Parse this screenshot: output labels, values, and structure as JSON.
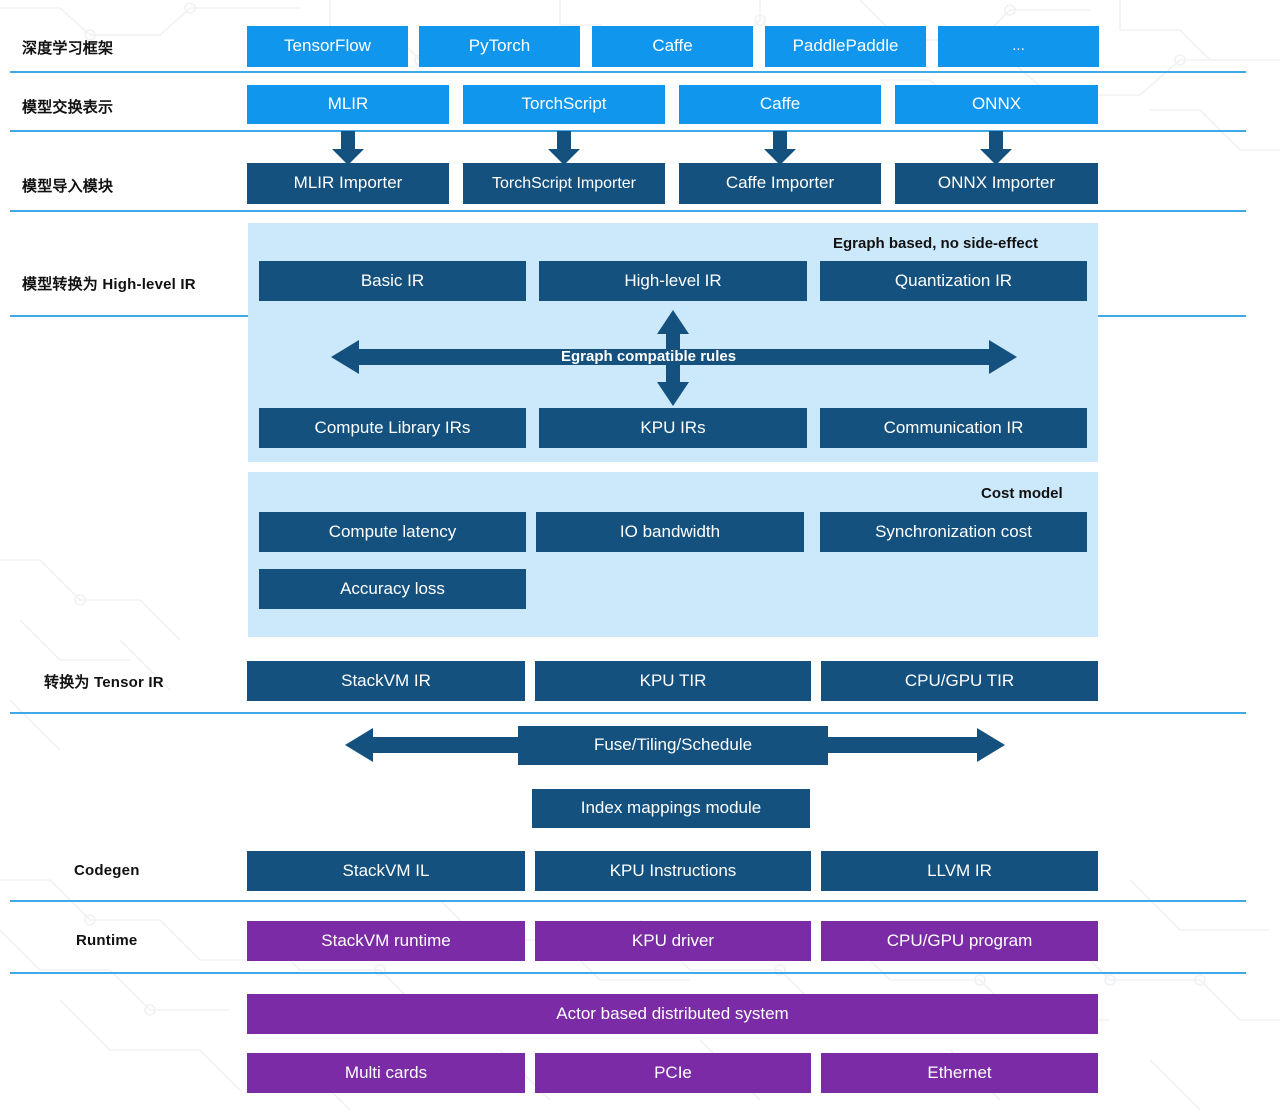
{
  "diagram": {
    "title": "nncase compiler stack architecture",
    "colors": {
      "framework_blue": "#1196ED",
      "ir_navy": "#14517F",
      "runtime_purple": "#7B2BA6",
      "panel_light_blue": "#CCE9FB",
      "separator_blue": "#3FA9E8",
      "text_dark": "#111111",
      "text_light": "#FFFFFF"
    },
    "rows": [
      {
        "label": "深度学习框架",
        "items": [
          "TensorFlow",
          "PyTorch",
          "Caffe",
          "PaddlePaddle",
          "..."
        ]
      },
      {
        "label": "模型交换表示",
        "items": [
          "MLIR",
          "TorchScript",
          "Caffe",
          "ONNX"
        ]
      },
      {
        "label": "模型导入模块",
        "items": [
          "MLIR Importer",
          "TorchScript Importer",
          "Caffe Importer",
          "ONNX Importer"
        ]
      },
      {
        "label": "模型转换为 High-level IR",
        "items": []
      },
      {
        "label": "转换为 Tensor IR",
        "items": [
          "StackVM IR",
          "KPU TIR",
          "CPU/GPU TIR"
        ]
      },
      {
        "label": "Codegen",
        "items": [
          "StackVM IL",
          "KPU Instructions",
          "LLVM IR"
        ]
      },
      {
        "label": "Runtime",
        "items": [
          "StackVM runtime",
          "KPU driver",
          "CPU/GPU program"
        ]
      }
    ],
    "egraph_panel": {
      "caption": "Egraph based, no side-effect",
      "top_row": [
        "Basic IR",
        "High-level IR",
        "Quantization IR"
      ],
      "rules_label": "Egraph compatible rules",
      "bottom_row": [
        "Compute Library IRs",
        "KPU IRs",
        "Communication IR"
      ]
    },
    "cost_panel": {
      "caption": "Cost model",
      "row1": [
        "Compute latency",
        "IO bandwidth",
        "Synchronization cost"
      ],
      "row2": [
        "Accuracy loss"
      ]
    },
    "schedule": {
      "fuse_label": "Fuse/Tiling/Schedule",
      "index_label": "Index mappings module"
    },
    "distributed": {
      "banner": "Actor based distributed system",
      "items": [
        "Multi cards",
        "PCIe",
        "Ethernet"
      ]
    }
  }
}
